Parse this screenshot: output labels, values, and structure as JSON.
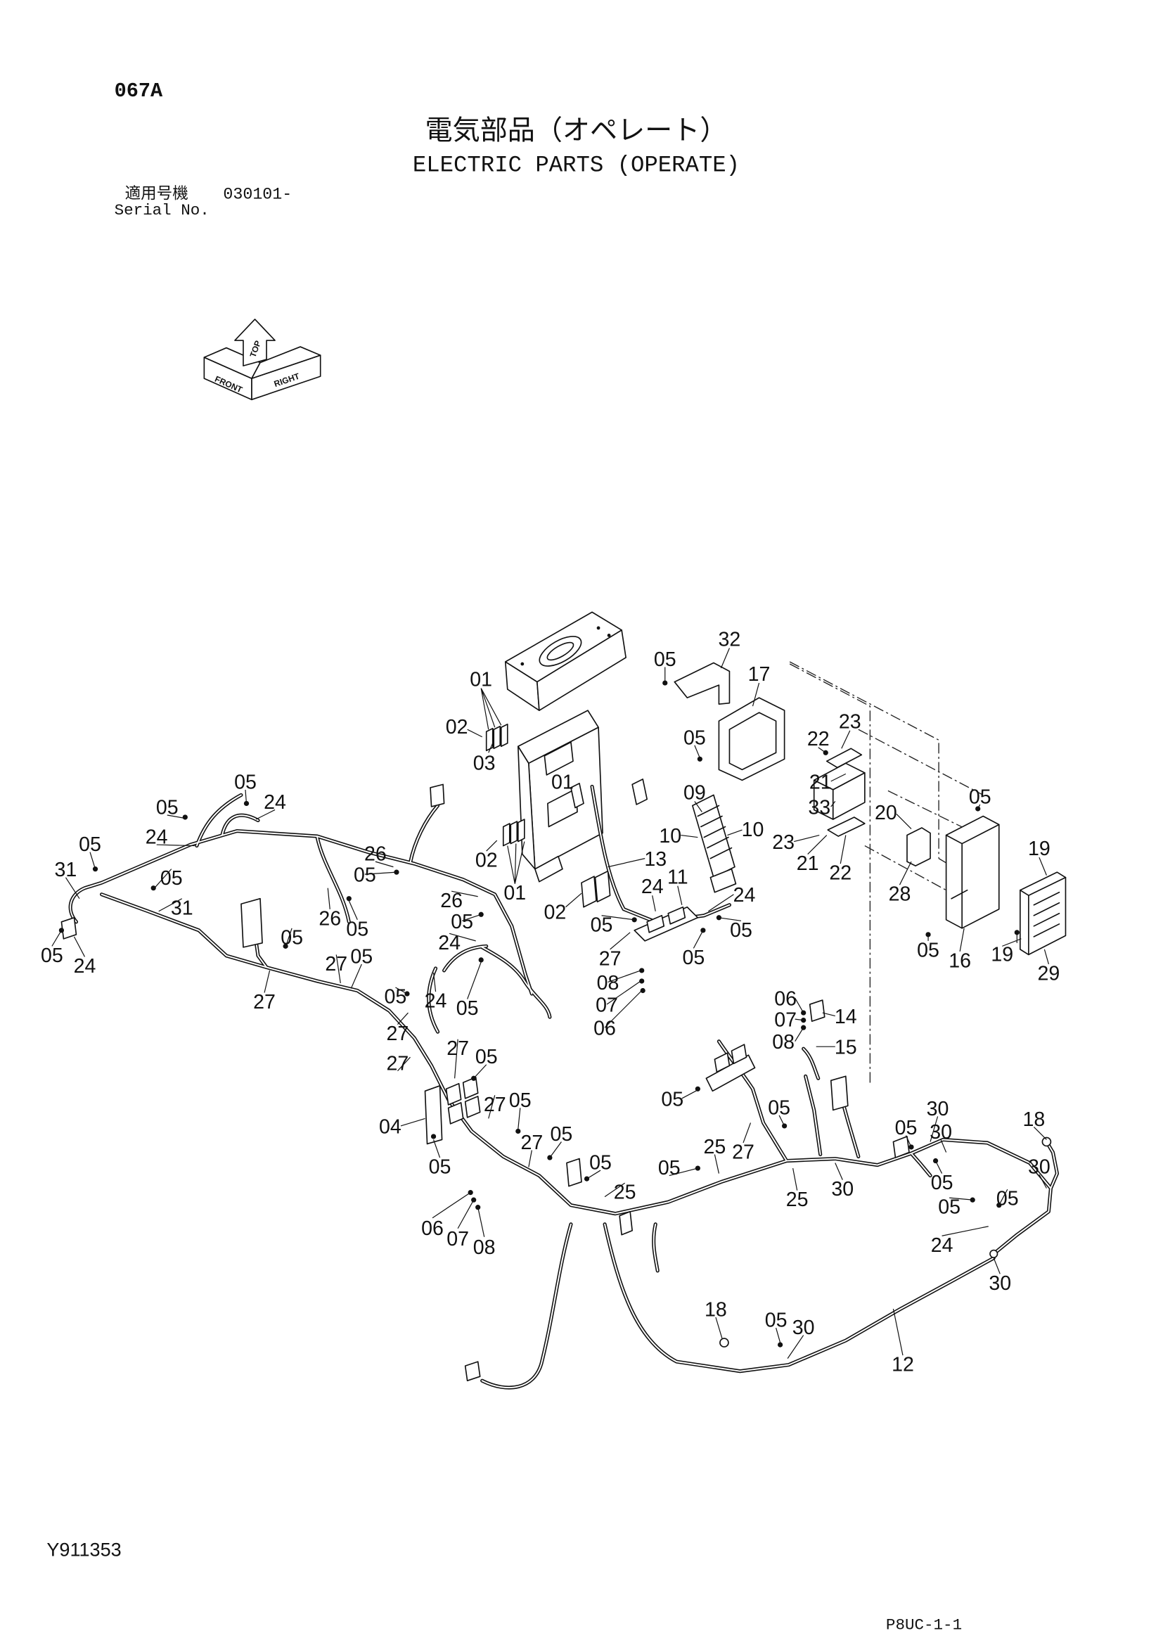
{
  "header": {
    "code": "067A",
    "title_jp": "電気部品（オペレート）",
    "title_en": "ELECTRIC PARTS (OPERATE)",
    "serial_label_jp": "適用号機",
    "serial_value": "030101-",
    "serial_label_en": "Serial No."
  },
  "orientation": {
    "front": "FRONT",
    "top": "TOP",
    "right": "RIGHT"
  },
  "diagram": {
    "callouts": [
      "32",
      "05",
      "17",
      "01",
      "02",
      "05",
      "23",
      "22",
      "03",
      "01",
      "21",
      "09",
      "33",
      "05",
      "05",
      "24",
      "05",
      "24",
      "10",
      "10",
      "20",
      "19",
      "05",
      "23",
      "26",
      "31",
      "05",
      "02",
      "13",
      "21",
      "22",
      "05",
      "11",
      "24",
      "24",
      "26",
      "01",
      "28",
      "31",
      "02",
      "05",
      "26",
      "05",
      "05",
      "05",
      "05",
      "24",
      "05",
      "24",
      "05",
      "16",
      "19",
      "29",
      "05",
      "27",
      "27",
      "05",
      "08",
      "05",
      "24",
      "05",
      "27",
      "07",
      "06",
      "06",
      "14",
      "07",
      "08",
      "15",
      "27",
      "27",
      "05",
      "27",
      "05",
      "05",
      "05",
      "27",
      "04",
      "30",
      "05",
      "18",
      "30",
      "25",
      "27",
      "27",
      "05",
      "05",
      "05",
      "05",
      "05",
      "30",
      "30",
      "25",
      "25",
      "05",
      "05",
      "24",
      "06",
      "07",
      "08",
      "30",
      "18",
      "05",
      "30",
      "12"
    ]
  },
  "footer": {
    "drawing_no": "Y911353",
    "page": "P8UC-1-1"
  }
}
